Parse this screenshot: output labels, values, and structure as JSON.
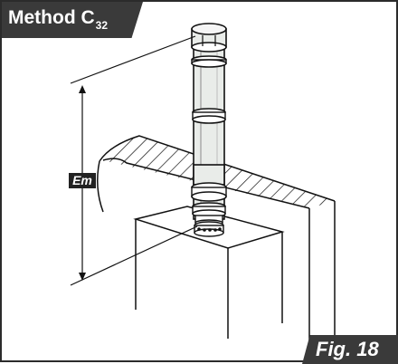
{
  "title": {
    "main": "Method C",
    "subscript": "32"
  },
  "figure_label": "Fig. 18",
  "dimension_label": "Em",
  "colors": {
    "tab_background": "#3a3a3a",
    "tab_text": "#ffffff",
    "line": "#111111",
    "pipe_fill": "#e9ece9"
  }
}
